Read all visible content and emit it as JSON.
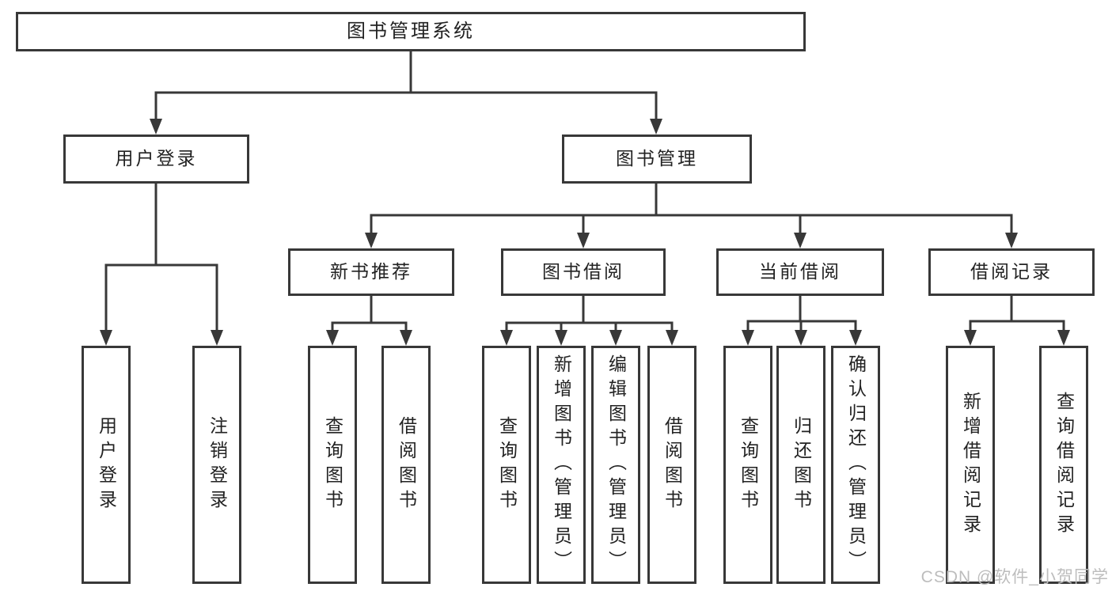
{
  "tree": {
    "root": {
      "label": "图书管理系统"
    },
    "branches": [
      {
        "label": "用户登录",
        "children": [
          {
            "label": "用户登录"
          },
          {
            "label": "注销登录"
          }
        ]
      },
      {
        "label": "图书管理",
        "groups": [
          {
            "label": "新书推荐",
            "children": [
              {
                "label": "查询图书"
              },
              {
                "label": "借阅图书"
              }
            ]
          },
          {
            "label": "图书借阅",
            "children": [
              {
                "label": "查询图书"
              },
              {
                "label": "新增图书（管理员）"
              },
              {
                "label": "编辑图书（管理员）"
              },
              {
                "label": "借阅图书"
              }
            ]
          },
          {
            "label": "当前借阅",
            "children": [
              {
                "label": "查询图书"
              },
              {
                "label": "归还图书"
              },
              {
                "label": "确认归还（管理员）"
              }
            ]
          },
          {
            "label": "借阅记录",
            "children": [
              {
                "label": "新增借阅记录"
              },
              {
                "label": "查询借阅记录"
              }
            ]
          }
        ]
      }
    ]
  },
  "watermark": {
    "text": "CSDN @软件_小贺同学"
  },
  "colors": {
    "line": "#383838",
    "border": "#383838",
    "text": "#222222",
    "background": "#ffffff",
    "watermark": "#bdbdbd"
  }
}
